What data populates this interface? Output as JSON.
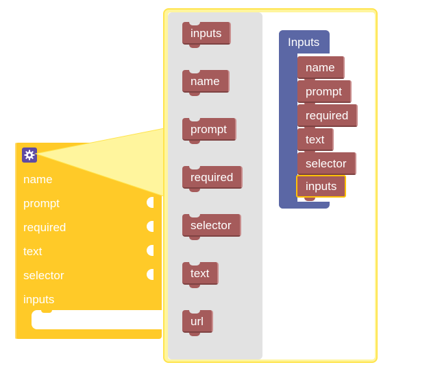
{
  "main_block": {
    "rows": [
      {
        "label": "name"
      },
      {
        "label": "prompt"
      },
      {
        "label": "required"
      },
      {
        "label": "text"
      },
      {
        "label": "selector"
      },
      {
        "label": "inputs"
      }
    ],
    "mutator_icon": "gear-icon"
  },
  "flyout": {
    "blocks": [
      "inputs",
      "name",
      "prompt",
      "required",
      "selector",
      "text",
      "url"
    ]
  },
  "workspace": {
    "container_label": "Inputs",
    "children": [
      "name",
      "prompt",
      "required",
      "text",
      "selector",
      "inputs"
    ],
    "selected_child": "inputs"
  },
  "colors": {
    "main_block": "#FFCA28",
    "bubble": "#FFF59D",
    "flyout_bg": "#E2E2E2",
    "red_block": "#A55B5B",
    "blue_block": "#5B67A5",
    "gear_bg": "#5E4BA3",
    "selection": "#FFC107"
  }
}
